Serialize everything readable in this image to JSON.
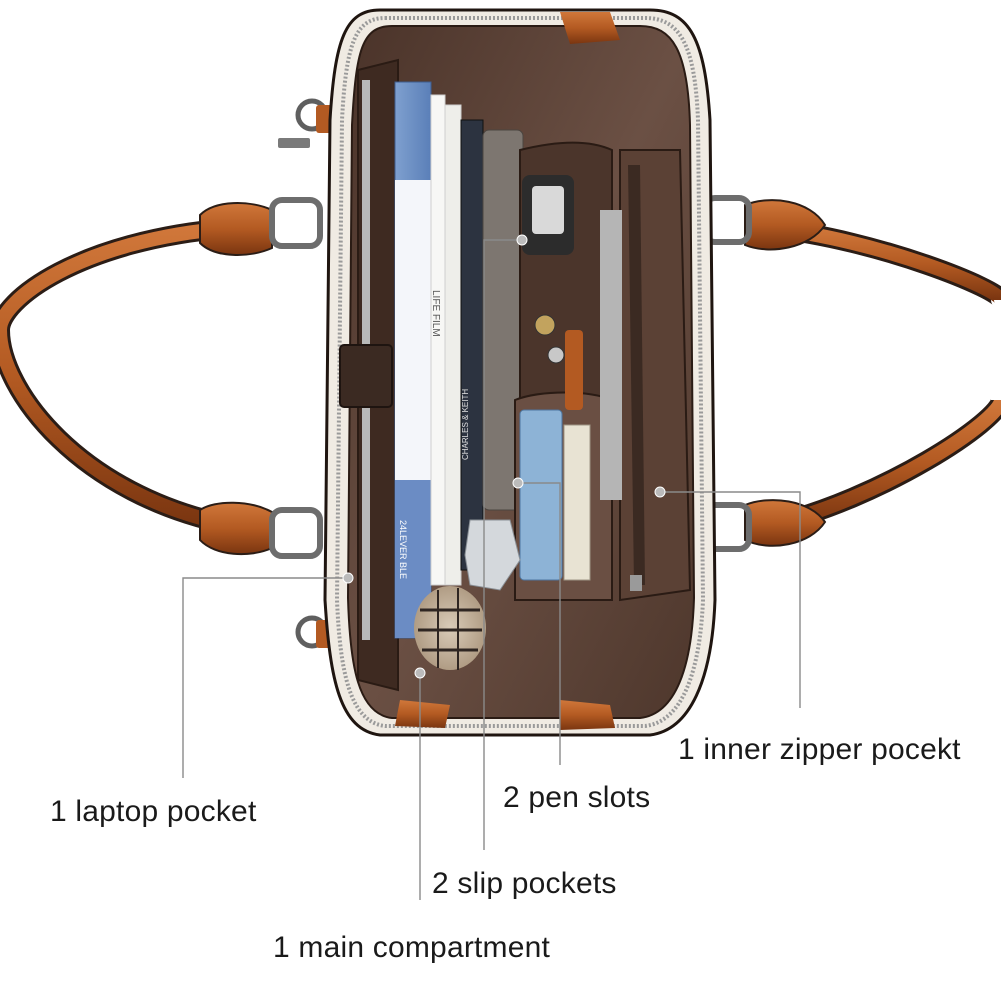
{
  "labels": {
    "laptop_pocket": "1 laptop pocket",
    "main_compartment": "1 main compartment",
    "slip_pockets": "2 slip pockets",
    "pen_slots": "2 pen slots",
    "inner_zipper_pocket": "1 inner zipper pocekt"
  },
  "book_spines": {
    "book1": "LIFE FILM",
    "book2": "CHARLES & KEITH",
    "notebook": "24LEVER BLE"
  },
  "colors": {
    "lining": "#5e4438",
    "lining_dark": "#3a2820",
    "leather": "#b35a22",
    "leather_dark": "#7a3510",
    "trim": "#e9e4dc",
    "leader_line": "#888888"
  }
}
